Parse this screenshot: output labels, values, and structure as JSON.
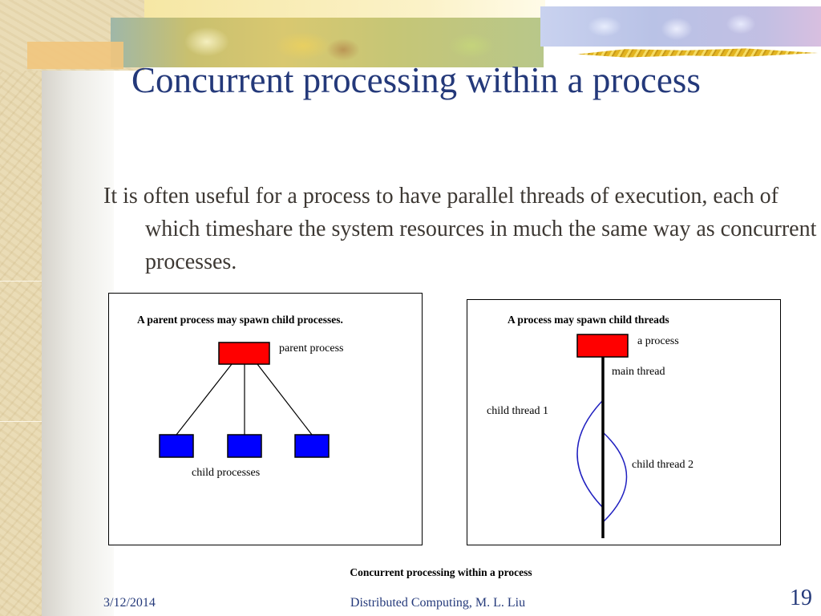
{
  "slide": {
    "title": "Concurrent processing within a process",
    "body": "It is often useful for a process to have parallel threads of execution, each of which timeshare the system resources in much the same way as concurrent processes.",
    "caption": "Concurrent processing within a process",
    "colors": {
      "title": "#24397a",
      "body_text": "#3d3833",
      "process_box": "#ff0000",
      "child_box": "#0000ff",
      "thread_arc": "#2020c0"
    }
  },
  "figures": {
    "processes": {
      "title": "A parent process may spawn child processes.",
      "parent_label": "parent process",
      "children_label": "child processes",
      "child_count": 3
    },
    "threads": {
      "title": "A process may spawn child threads",
      "process_label": "a process",
      "main_thread_label": "main thread",
      "child_thread_1_label": "child thread 1",
      "child_thread_2_label": "child thread 2"
    }
  },
  "footer": {
    "date": "3/12/2014",
    "center": "Distributed Computing, M. L. Liu",
    "page_number": "19"
  }
}
